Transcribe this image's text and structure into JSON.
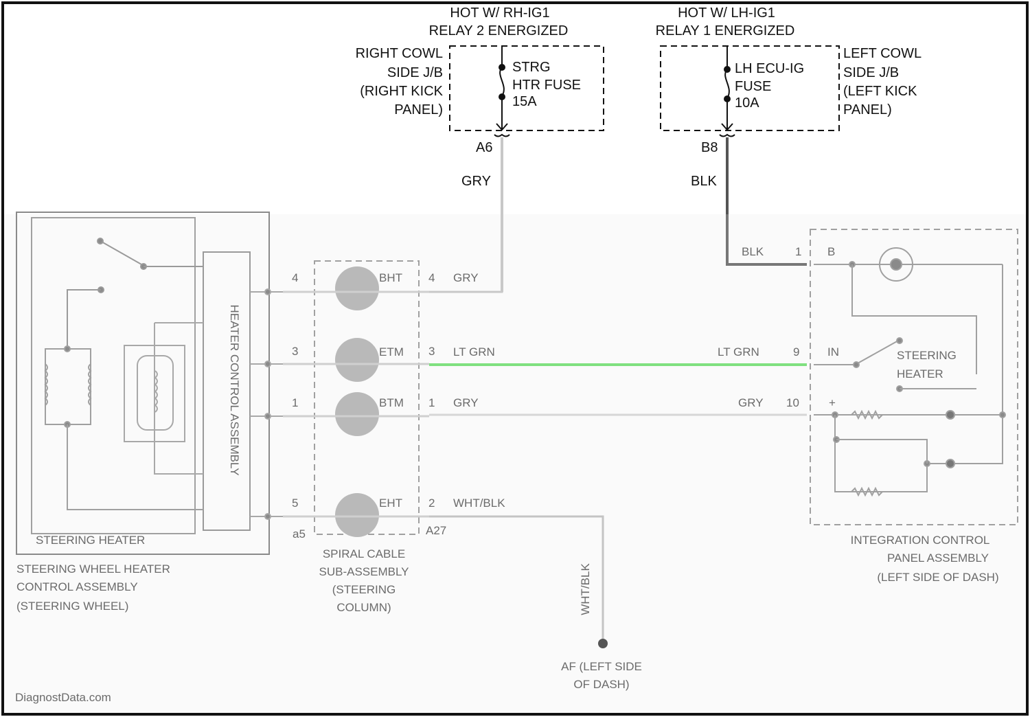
{
  "colors": {
    "wire_gray": "#c8c8c8",
    "wire_black": "#555555",
    "wire_lt_green": "#7fe07f",
    "frame": "#111111",
    "faded_line": "#8a8a8a",
    "faded_fill": "#b9b9b9"
  },
  "top_circuit": {
    "right_fuse": {
      "hot_line1": "HOT W/ RH-IG1",
      "hot_line2": "RELAY 2 ENERGIZED",
      "location": [
        "RIGHT COWL",
        "SIDE J/B",
        "(RIGHT KICK",
        "PANEL)"
      ],
      "fuse": [
        "STRG",
        "HTR FUSE",
        "15A"
      ],
      "pin": "A6",
      "wire": "GRY"
    },
    "left_fuse": {
      "hot_line1": "HOT W/ LH-IG1",
      "hot_line2": "RELAY 1 ENERGIZED",
      "location": [
        "LEFT COWL",
        "SIDE J/B",
        "(LEFT KICK",
        "PANEL)"
      ],
      "fuse": [
        "LH ECU-IG",
        "FUSE",
        "10A"
      ],
      "pin": "B8",
      "wire": "BLK"
    }
  },
  "lower_circuit": {
    "wires": [
      {
        "pin_a": "4",
        "label_a": "GRY",
        "label_b": "",
        "pin_b": ""
      },
      {
        "pin_a": "3",
        "label_a": "LT GRN",
        "label_b": "LT GRN",
        "pin_b": "9"
      },
      {
        "pin_a": "1",
        "label_a": "GRY",
        "label_b": "GRY",
        "pin_b": "10"
      },
      {
        "pin_a": "2",
        "label_a": "WHT/BLK",
        "label_b": "",
        "pin_b": ""
      }
    ],
    "left_pins": [
      "4",
      "3",
      "1",
      "5"
    ],
    "spiral_coils": [
      "BHT",
      "ETM",
      "BTM",
      "EHT"
    ],
    "black_wire_label": "BLK",
    "black_wire_pin": "1",
    "ground_wire_label": "WHT/BLK",
    "ground_label": [
      "AF (LEFT SIDE",
      "OF DASH)"
    ],
    "spiral_connector": "A27",
    "left_connector": "a5",
    "heater_control_label": "HEATER CONTROL ASSEMBLY",
    "steering_heater_label": "STEERING HEATER",
    "steering_wheel_assembly": [
      "STEERING WHEEL HEATER",
      "CONTROL ASSEMBLY",
      "(STEERING WHEEL)"
    ],
    "spiral_assembly": [
      "SPIRAL CABLE",
      "SUB-ASSEMBLY",
      "(STEERING",
      "COLUMN)"
    ],
    "integration_panel": [
      "INTEGRATION CONTROL",
      "PANEL ASSEMBLY",
      "(LEFT SIDE OF DASH)"
    ],
    "switch_label": [
      "STEERING",
      "HEATER"
    ],
    "panel_pins": [
      "B",
      "IN",
      "+"
    ]
  },
  "watermark": "DiagnostData.com"
}
